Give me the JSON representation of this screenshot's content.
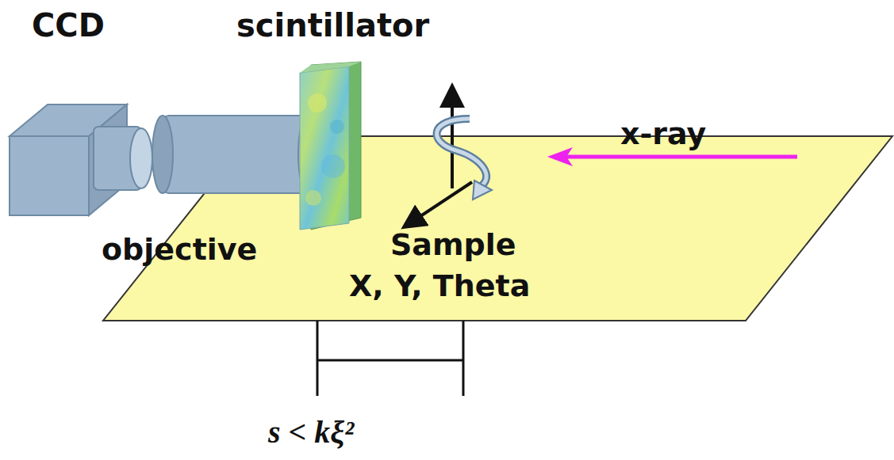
{
  "diagram": {
    "labels": [
      "CCD",
      "scintillator",
      "x-ray",
      "objective",
      "Sample",
      "X, Y, Theta",
      "s < kξ²"
    ]
  }
}
